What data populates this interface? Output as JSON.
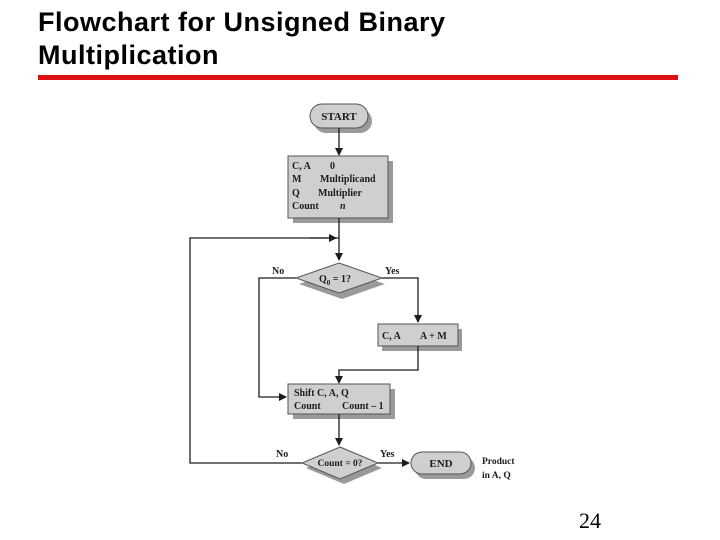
{
  "slide": {
    "title_line1": "Flowchart for Unsigned Binary",
    "title_line2": "Multiplication",
    "page_number": "24",
    "accent_color": "#dd1111"
  },
  "flowchart": {
    "start_label": "START",
    "init_box": {
      "row1": {
        "left": "C, A",
        "right": "0"
      },
      "row2": {
        "left": "M",
        "right": "Multiplicand"
      },
      "row3": {
        "left": "Q",
        "right": "Multiplier"
      },
      "row4": {
        "left": "Count",
        "right": "n"
      }
    },
    "decision_q0": {
      "label_main": "Q",
      "label_sub": "0",
      "label_rest": " = 1?",
      "no": "No",
      "yes": "Yes"
    },
    "add_box": {
      "left": "C, A",
      "right": "A + M"
    },
    "shift_box": {
      "row1": "Shift C, A, Q",
      "row2_left": "Count",
      "row2_right": "Count – 1"
    },
    "decision_count": {
      "label": "Count = 0?",
      "no": "No",
      "yes": "Yes"
    },
    "end_label": "END",
    "product_note": {
      "line1": "Product",
      "line2": "in A, Q"
    },
    "box_fill": "#cfcfcf",
    "shadow_color": "#9a9a9a"
  }
}
